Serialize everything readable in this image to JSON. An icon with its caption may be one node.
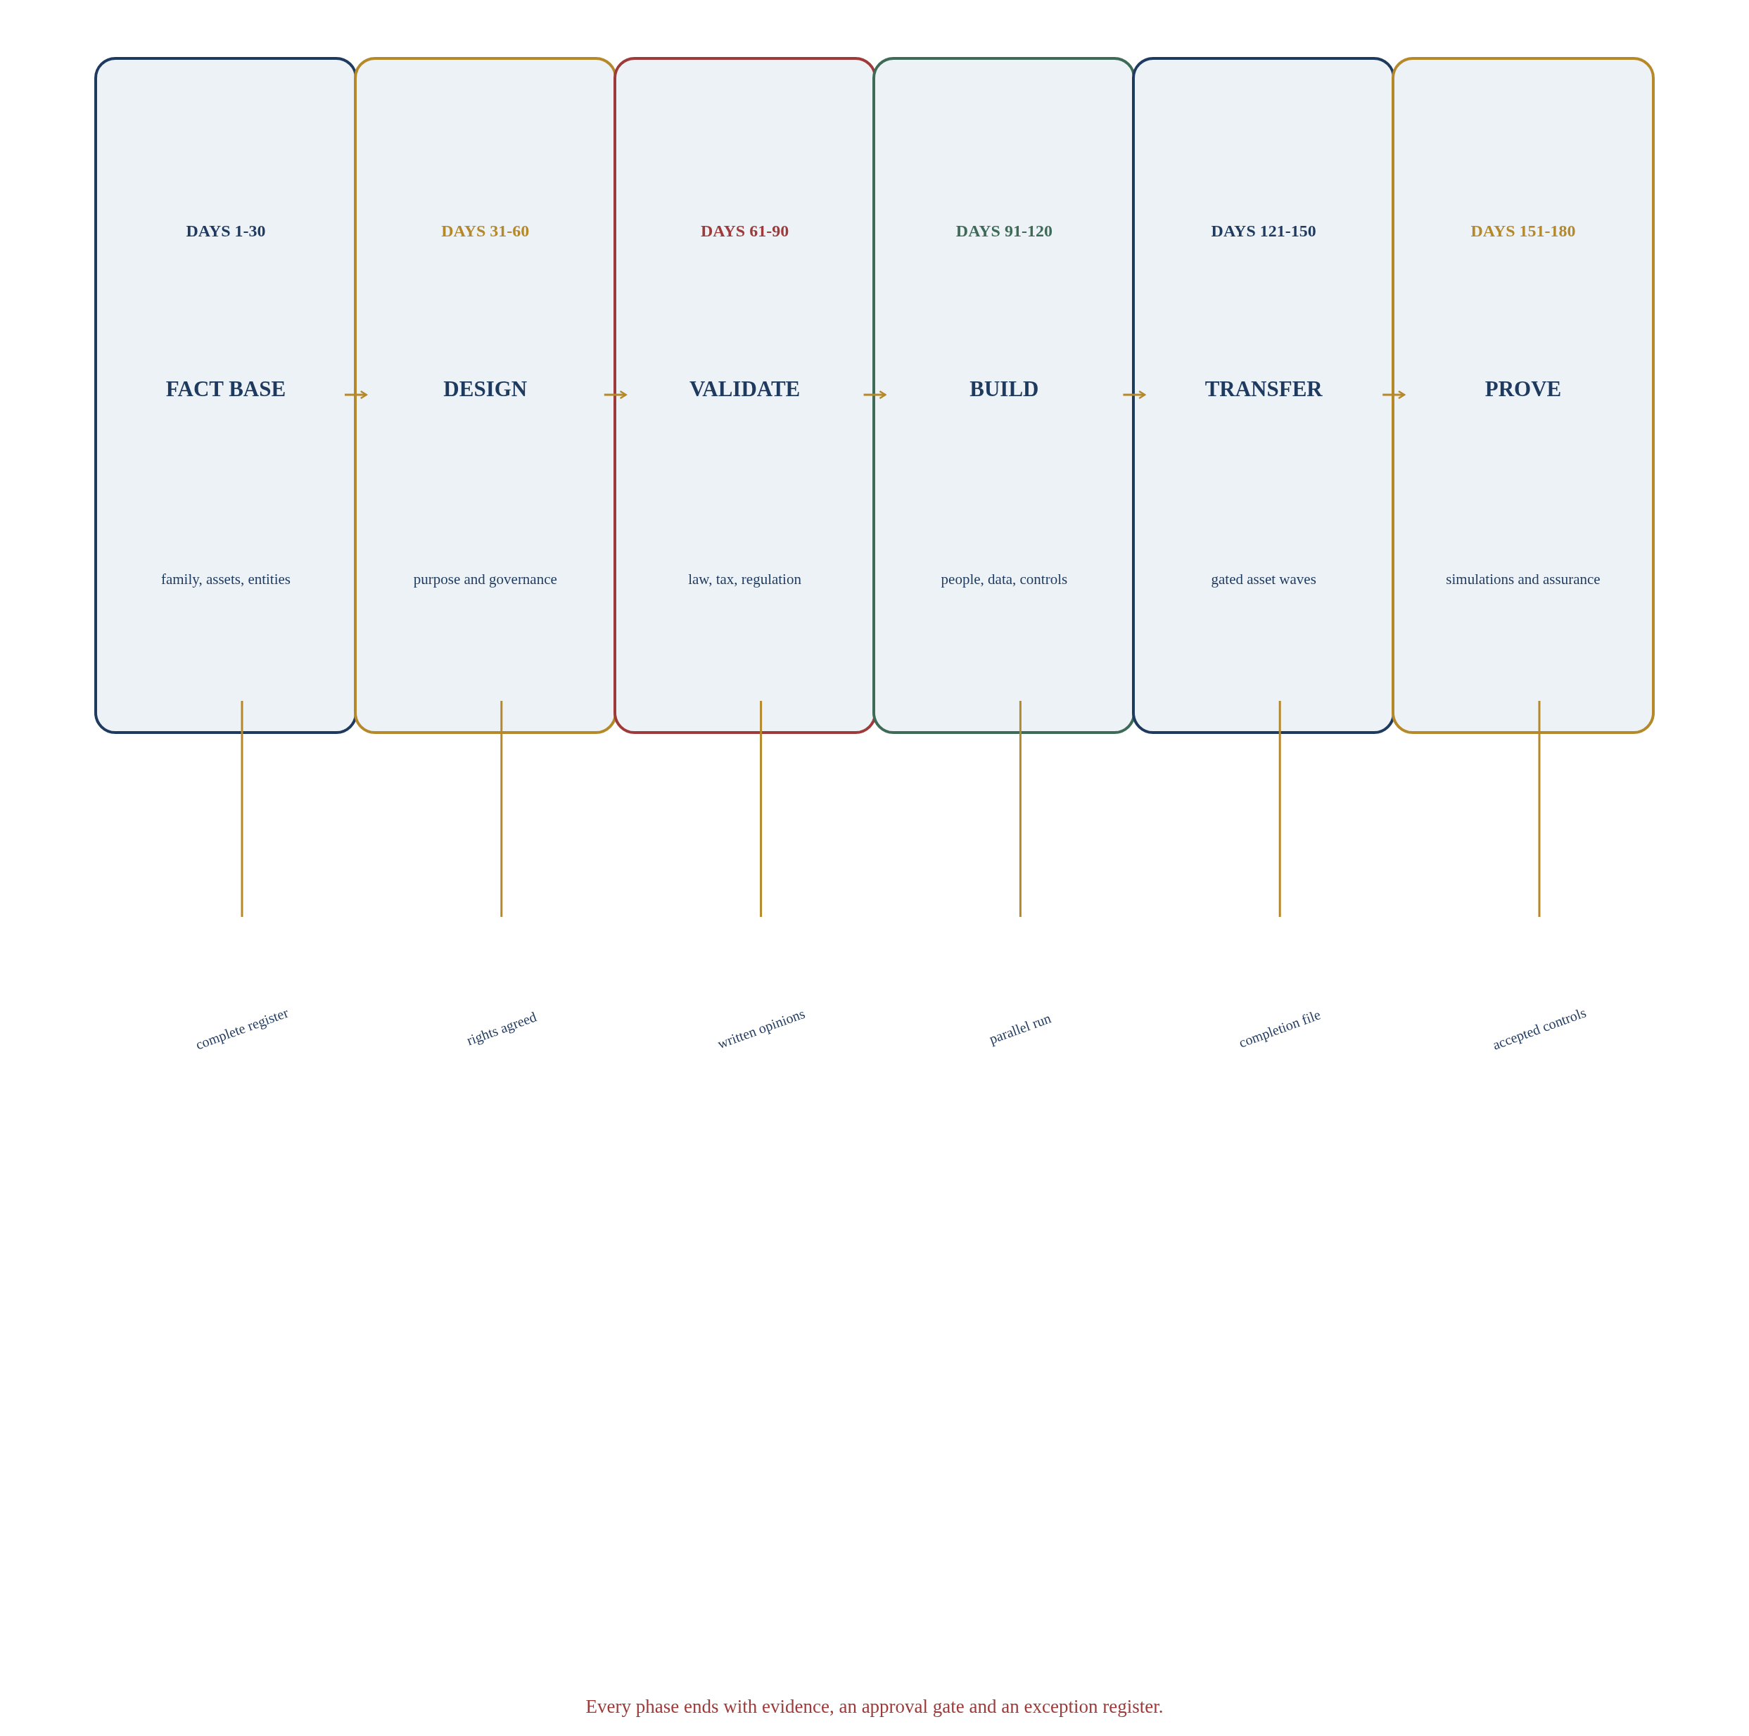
{
  "diagram": {
    "caption": "Every phase ends with evidence, an approval gate and an exception register.",
    "nodes": [
      {
        "text": [
          "DAYS 1-30",
          "FACT BASE",
          "family, assets, entities"
        ]
      },
      {
        "text": [
          "DAYS 31-60",
          "DESIGN",
          "purpose and governance"
        ]
      },
      {
        "text": [
          "DAYS 61-90",
          "VALIDATE",
          "law, tax, regulation"
        ]
      },
      {
        "text": [
          "DAYS 91-120",
          "BUILD",
          "people, data, controls"
        ]
      },
      {
        "text": [
          "DAYS 121-150",
          "TRANSFER",
          "gated asset waves"
        ]
      },
      {
        "text": [
          "DAYS 151-180",
          "PROVE",
          "simulations and assurance"
        ]
      },
      {
        "text": [
          "complete register"
        ]
      },
      {
        "text": [
          "rights agreed"
        ]
      },
      {
        "text": [
          "written opinions"
        ]
      },
      {
        "text": [
          "parallel run"
        ]
      },
      {
        "text": [
          "completion file"
        ]
      },
      {
        "text": [
          "accepted controls"
        ]
      }
    ],
    "edges": [
      {
        "from": 0,
        "to": 1,
        "arrow": "to"
      },
      {
        "from": 1,
        "to": 2,
        "arrow": "to"
      },
      {
        "from": 2,
        "to": 3,
        "arrow": "to"
      },
      {
        "from": 3,
        "to": 4,
        "arrow": "to"
      },
      {
        "from": 4,
        "to": 5,
        "arrow": "to"
      },
      {
        "from": 0,
        "to": 6,
        "arrow": "none"
      },
      {
        "from": 1,
        "to": 7,
        "arrow": "none"
      },
      {
        "from": 2,
        "to": 8,
        "arrow": "none"
      },
      {
        "from": 3,
        "to": 9,
        "arrow": "none"
      },
      {
        "from": 4,
        "to": 10,
        "arrow": "none"
      },
      {
        "from": 5,
        "to": 11,
        "arrow": "none"
      }
    ]
  }
}
